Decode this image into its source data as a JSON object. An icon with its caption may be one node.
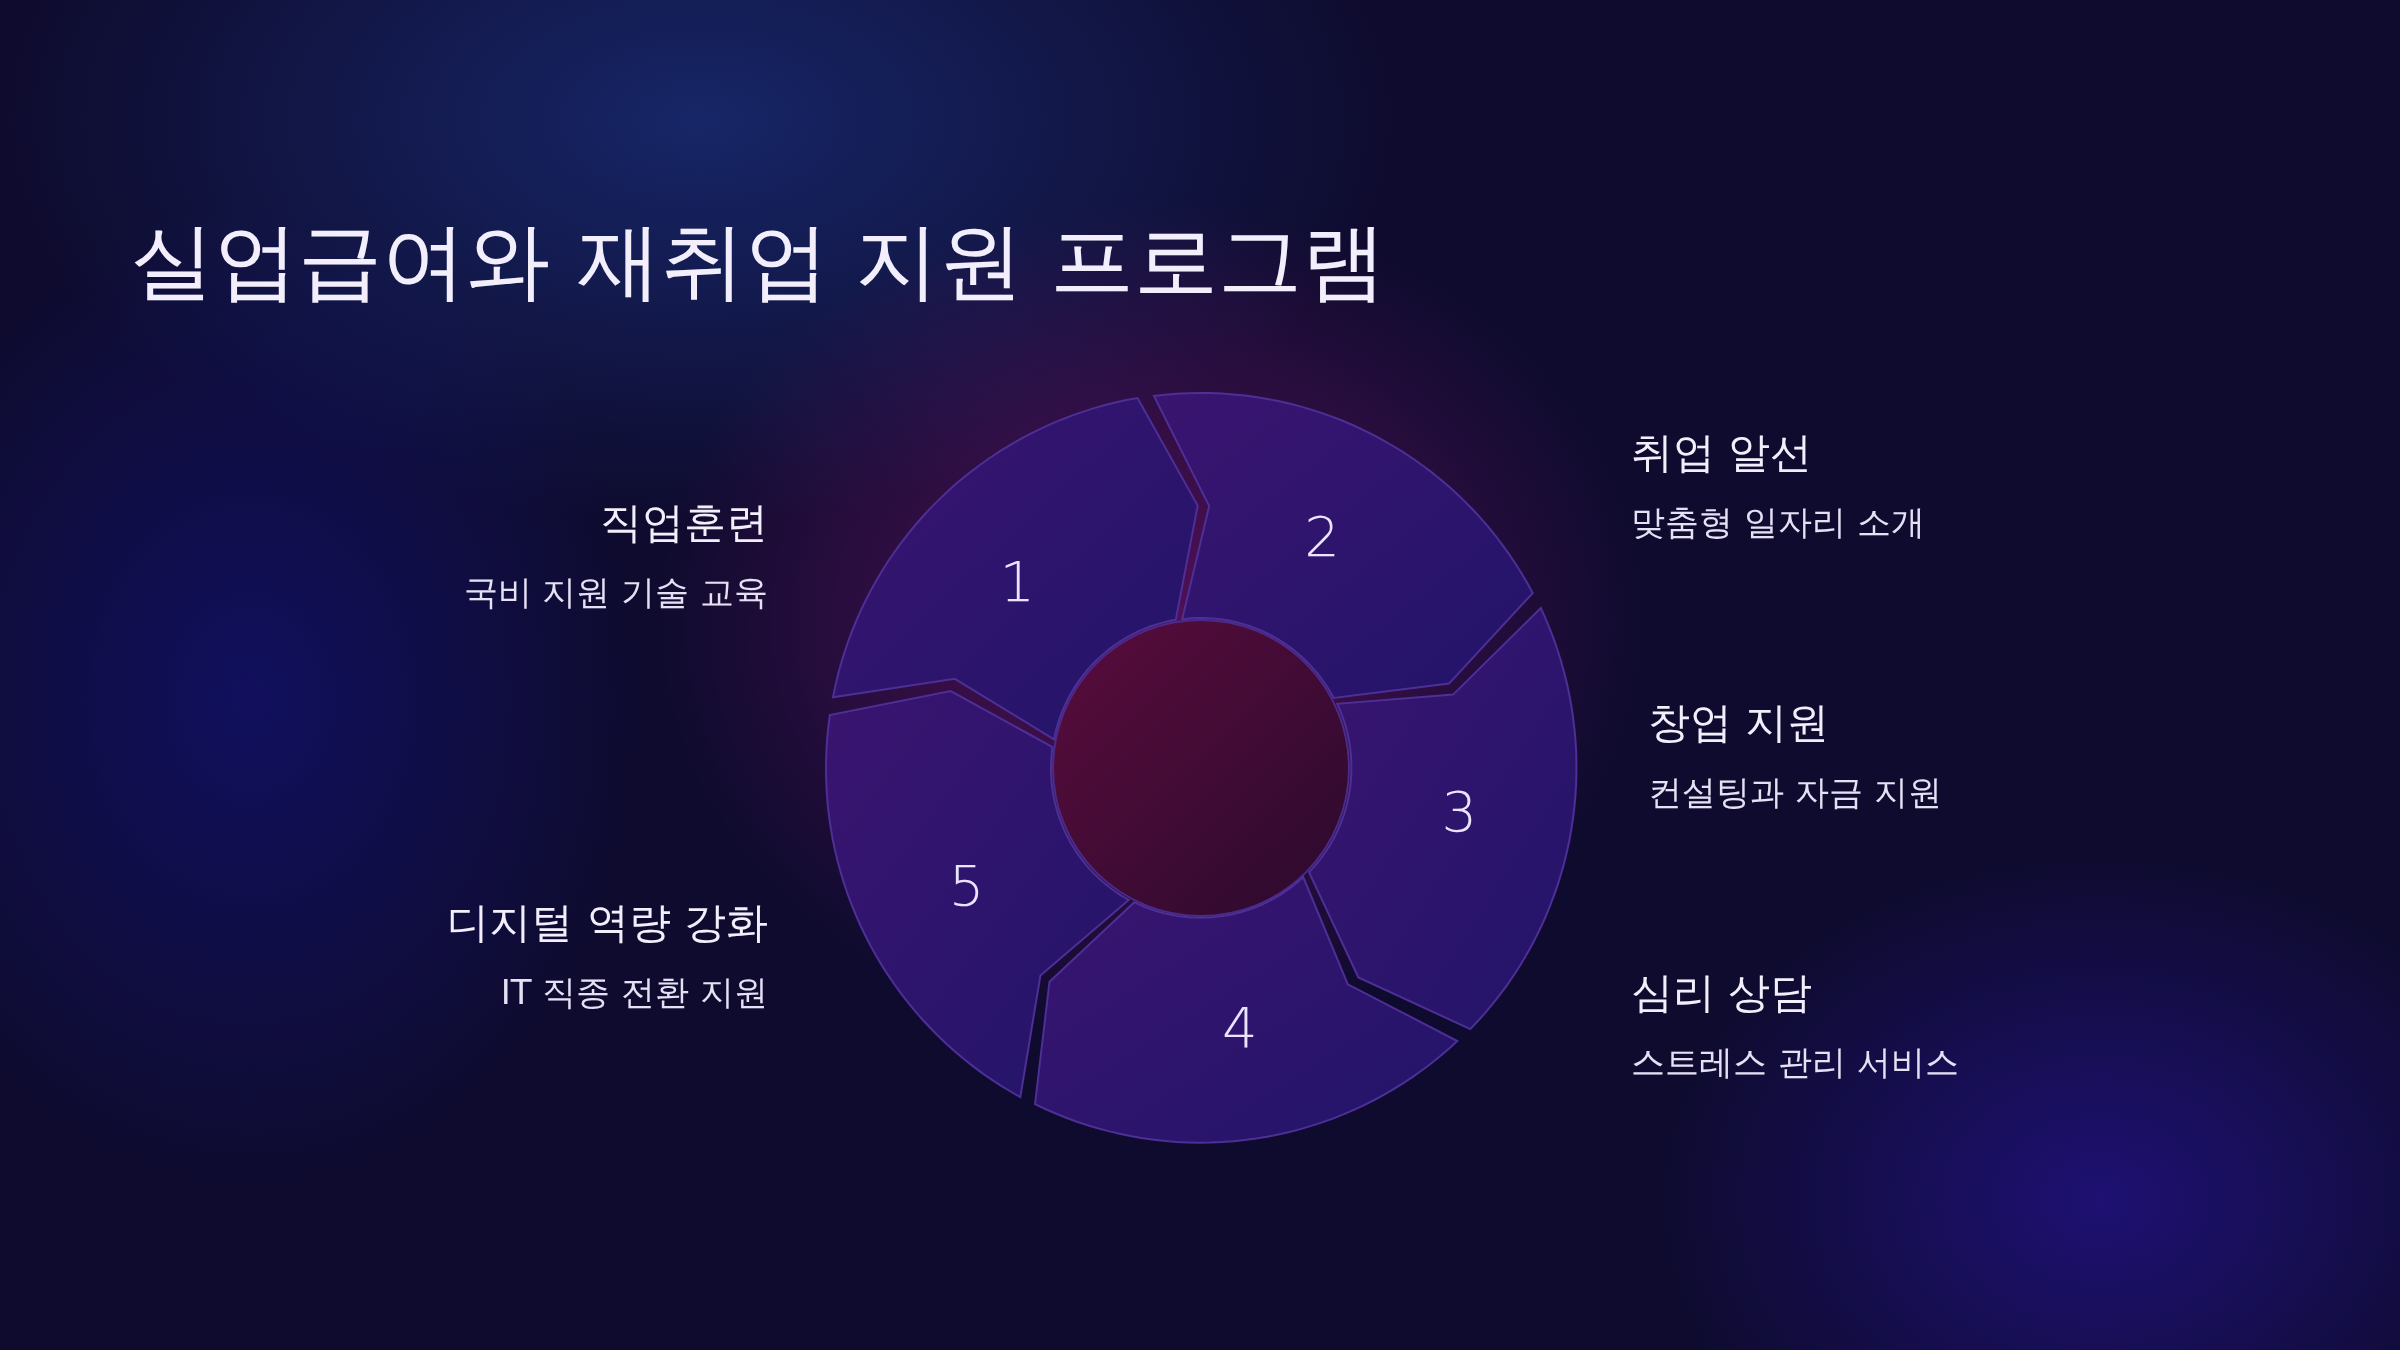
{
  "diagram": {
    "title": "실업급여와 재취업 지원 프로그램",
    "nodes": [
      {
        "text": [
          "1"
        ],
        "beside": [
          "직업훈련",
          "국비 지원 기술 교육"
        ]
      },
      {
        "text": [
          "2"
        ],
        "beside": [
          "취업 알선",
          "맞춤형 일자리 소개"
        ]
      },
      {
        "text": [
          "3"
        ],
        "beside": [
          "창업 지원",
          "컨설팅과 자금 지원"
        ]
      },
      {
        "text": [
          "4"
        ],
        "beside": [
          "심리 상담",
          "스트레스 관리 서비스"
        ]
      },
      {
        "text": [
          "5"
        ],
        "beside": [
          "디지털 역량 강화",
          "IT 직종 전환 지원"
        ]
      },
      {
        "text": [],
        "shape": "circle"
      }
    ]
  }
}
